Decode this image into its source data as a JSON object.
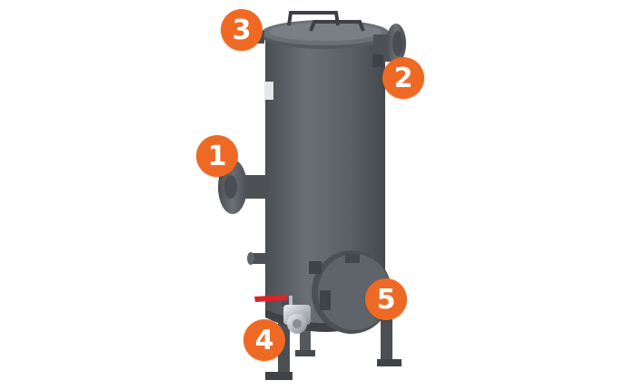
{
  "colors": {
    "badge": "#ee6a24",
    "body": "#5d6268",
    "body_dark": "#43474c",
    "body_light": "#757a80",
    "valve_handle": "#d9252b",
    "metal": "#c9ccd0"
  },
  "callouts": [
    {
      "number": "1",
      "part": "inlet-flange"
    },
    {
      "number": "2",
      "part": "outlet-flange"
    },
    {
      "number": "3",
      "part": "top-lid"
    },
    {
      "number": "4",
      "part": "drain-valve"
    },
    {
      "number": "5",
      "part": "bottom-inspection-cover"
    }
  ]
}
